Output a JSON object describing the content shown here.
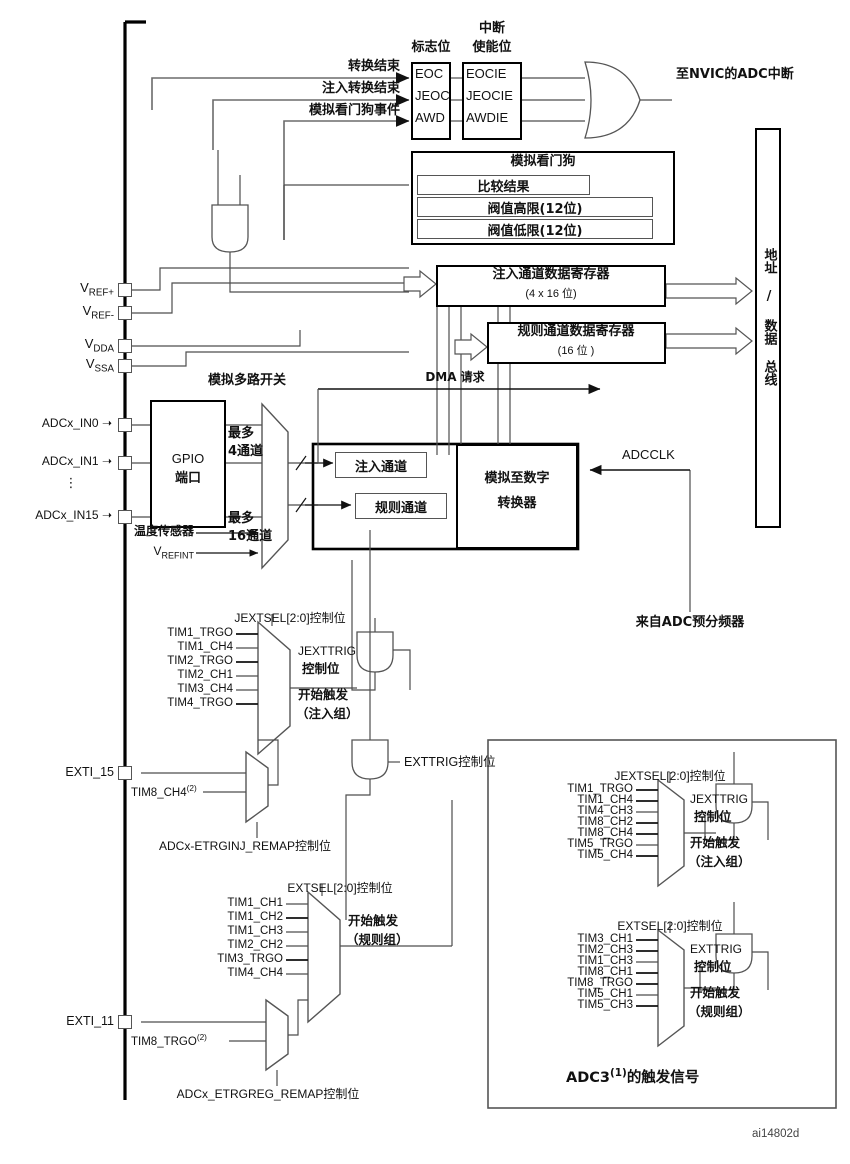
{
  "diagram": {
    "id_code": "ai14802d",
    "title_note": "STM32 ADC block diagram (Chinese)",
    "bus_label": "地址 / 数据 总线"
  },
  "interrupt": {
    "flag_header": "标志位",
    "enable_header_line1": "中断",
    "enable_header_line2": "使能位",
    "flags": [
      "EOC",
      "JEOC",
      "AWD"
    ],
    "enables": [
      "EOCIE",
      "JEOCIE",
      "AWDIE"
    ],
    "output_label": "至NVIC的ADC中断",
    "event_labels": [
      "转换结束",
      "注入转换结束",
      "模拟看门狗事件"
    ]
  },
  "watchdog": {
    "title": "模拟看门狗",
    "rows": [
      "比较结果",
      "阀值高限(12位)",
      "阀值低限(12位)"
    ]
  },
  "registers": {
    "injected_title": "注入通道数据寄存器",
    "injected_sub": "(4 x 16 位)",
    "regular_title": "规则通道数据寄存器",
    "regular_sub": "(16 位 )",
    "dma_label": "DMA 请求"
  },
  "supplies": [
    {
      "name": "V",
      "sub": "REF+"
    },
    {
      "name": "V",
      "sub": "REF-"
    },
    {
      "name": "V",
      "sub": "DDA"
    },
    {
      "name": "V",
      "sub": "SSA"
    }
  ],
  "analog_inputs": {
    "pins": [
      "ADCx_IN0",
      "ADCx_IN1",
      "ADCx_IN15"
    ],
    "ellipsis": "⋮",
    "gpio_line1": "GPIO",
    "gpio_line2": "端口",
    "mux_title": "模拟多路开关",
    "temp_sensor": "温度传感器",
    "vrefint": "V",
    "vrefint_sub": "REFINT",
    "ch4_line1": "最多",
    "ch4_line2": "4通道",
    "ch16_line1": "最多",
    "ch16_line2": "16通道"
  },
  "core": {
    "injected_channel": "注入通道",
    "regular_channel": "规则通道",
    "adc_line1": "模拟至数字",
    "adc_line2": "转换器",
    "adcclk": "ADCCLK",
    "prescaler": "来自ADC预分频器"
  },
  "inj_trigger": {
    "sel_label": "JEXTSEL[2:0]控制位",
    "sources": [
      "TIM1_TRGO",
      "TIM1_CH4",
      "TIM2_TRGO",
      "TIM2_CH1",
      "TIM3_CH4",
      "TIM4_TRGO"
    ],
    "trig_line1": "JEXTTRIG",
    "trig_line2": "控制位",
    "start_line1": "开始触发",
    "start_line2": "（注入组）",
    "exti": "EXTI_15",
    "remap_source": "TIM8_CH4",
    "remap_source_sup": "(2)",
    "remap_label": "ADCx-ETRGINJ_REMAP控制位"
  },
  "reg_trigger": {
    "sel_label": "EXTSEL[2:0]控制位",
    "sources": [
      "TIM1_CH1",
      "TIM1_CH2",
      "TIM1_CH3",
      "TIM2_CH2",
      "TIM3_TRGO",
      "TIM4_CH4"
    ],
    "start_line1": "开始触发",
    "start_line2": "（规则组）",
    "exti": "EXTI_11",
    "remap_source": "TIM8_TRGO",
    "remap_source_sup": "(2)",
    "remap_label": "ADCx_ETRGREG_REMAP控制位",
    "exttrig_label": "EXTTRIG控制位"
  },
  "adc3_inset": {
    "caption": "ADC3",
    "caption_sup": "(1)",
    "caption_tail": "的触发信号",
    "injected": {
      "sel_label": "JEXTSEL[2:0]控制位",
      "sources": [
        "TIM1_TRGO",
        "TIM1_CH4",
        "TIM4_CH3",
        "TIM8_CH2",
        "TIM8_CH4",
        "TIM5_TRGO",
        "TIM5_CH4"
      ],
      "trig_line1": "JEXTTRIG",
      "trig_line2": "控制位",
      "start_line1": "开始触发",
      "start_line2": "（注入组）"
    },
    "regular": {
      "sel_label": "EXTSEL[2:0]控制位",
      "sources": [
        "TIM3_CH1",
        "TIM2_CH3",
        "TIM1_CH3",
        "TIM8_CH1",
        "TIM8_TRGO",
        "TIM5_CH1",
        "TIM5_CH3"
      ],
      "trig_line1": "EXTTRIG",
      "trig_line2": "控制位",
      "start_line1": "开始触发",
      "start_line2": "（规则组）"
    }
  },
  "colors": {
    "ink": "#111111",
    "line_dark": "#000000",
    "line_gray": "#5a5a5a",
    "paper": "#ffffff"
  }
}
